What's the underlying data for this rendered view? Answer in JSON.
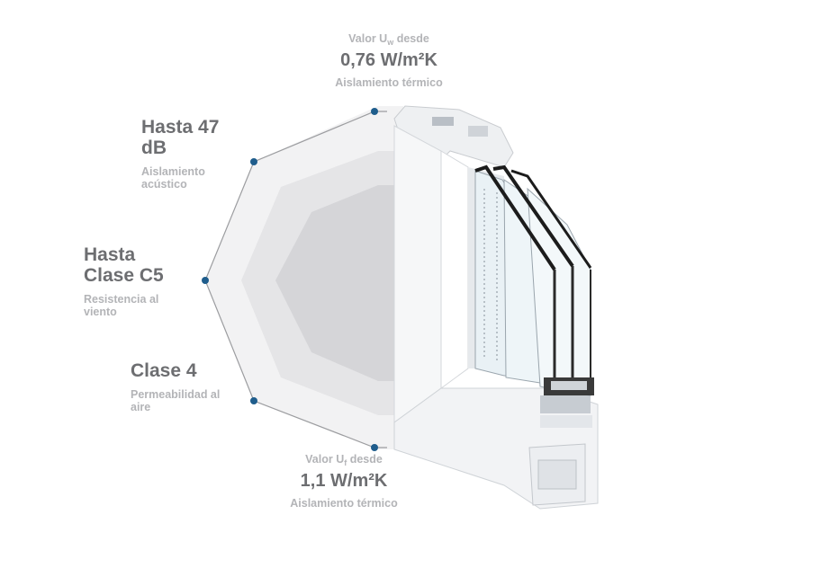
{
  "top_metric": {
    "caption_prefix": "Valor U",
    "caption_sub": "w",
    "caption_suffix": " desde",
    "value": "0,76 W/m²K",
    "description": "Aislamiento térmico"
  },
  "bottom_metric": {
    "caption_prefix": "Valor U",
    "caption_sub": "f",
    "caption_suffix": " desde",
    "value": "1,1 W/m²K",
    "description": "Aislamiento térmico"
  },
  "acoustic": {
    "value": "Hasta 47\ndB",
    "description": "Aislamiento\nacústico"
  },
  "wind": {
    "value": "Hasta\nClase C5",
    "description": "Resistencia al\nviento"
  },
  "air": {
    "value": "Clase 4",
    "description": "Permeabilidad al\naire"
  },
  "colors": {
    "marker": "#1f5d8c",
    "ring_outer": "#f2f2f3",
    "ring_middle": "#e5e5e7",
    "ring_inner": "#d5d5d8",
    "outline": "#9c9da0",
    "headline_text": "#6d6e71",
    "caption_text": "#b3b4b7"
  },
  "illustration": {
    "subject": "pvc-window-profile-triple-glazing"
  }
}
